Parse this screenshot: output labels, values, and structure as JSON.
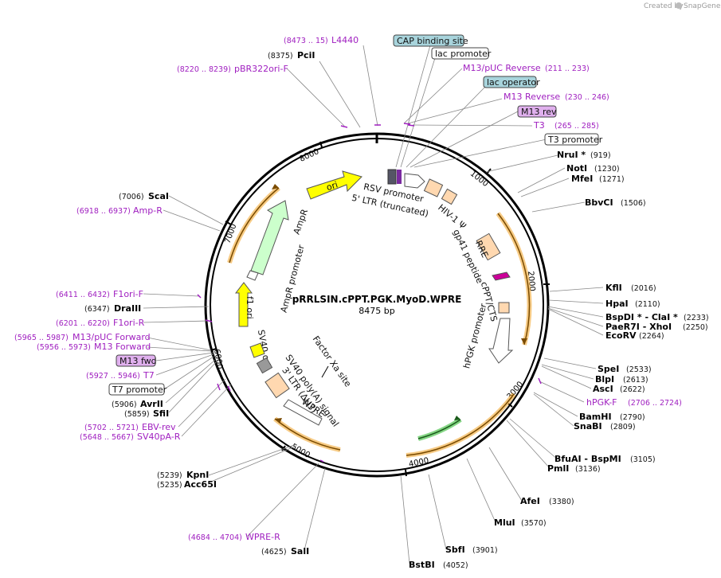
{
  "header": {
    "created_by": "Created by",
    "brand": "SnapGene"
  },
  "map": {
    "name": "pRRLSIN.cPPT.PGK.MyoD.WPRE",
    "length_label": "8475 bp"
  },
  "restriction_sites": [
    {
      "name": "PciI",
      "pos": "(8375)"
    },
    {
      "name": "NruI *",
      "pos": "(919)"
    },
    {
      "name": "NotI",
      "pos": "(1230)"
    },
    {
      "name": "MfeI",
      "pos": "(1271)"
    },
    {
      "name": "BbvCI",
      "pos": "(1506)"
    },
    {
      "name": "KflI",
      "pos": "(2016)"
    },
    {
      "name": "HpaI",
      "pos": "(2110)"
    },
    {
      "name": "BspDI * - ClaI *",
      "pos": "(2233)"
    },
    {
      "name": "PaeR7I - XhoI",
      "pos": "(2250)"
    },
    {
      "name": "EcoRV",
      "pos": "(2264)"
    },
    {
      "name": "SpeI",
      "pos": "(2533)"
    },
    {
      "name": "BlpI",
      "pos": "(2613)"
    },
    {
      "name": "AscI",
      "pos": "(2622)"
    },
    {
      "name": "BamHI",
      "pos": "(2790)"
    },
    {
      "name": "SnaBI",
      "pos": "(2809)"
    },
    {
      "name": "BfuAI - BspMI",
      "pos": "(3105)"
    },
    {
      "name": "PmlI",
      "pos": "(3136)"
    },
    {
      "name": "AfeI",
      "pos": "(3380)"
    },
    {
      "name": "MluI",
      "pos": "(3570)"
    },
    {
      "name": "SbfI",
      "pos": "(3901)"
    },
    {
      "name": "BstBI",
      "pos": "(4052)"
    },
    {
      "name": "SalI",
      "pos": "(4625)"
    },
    {
      "name": "KpnI",
      "pos": "(5239)"
    },
    {
      "name": "Acc65I",
      "pos": "(5235)"
    },
    {
      "name": "AvrII",
      "pos": "(5906)"
    },
    {
      "name": "SfiI",
      "pos": "(5859)"
    },
    {
      "name": "DraIII",
      "pos": "(6347)"
    },
    {
      "name": "ScaI",
      "pos": "(7006)"
    }
  ],
  "primers": [
    {
      "name": "L4440",
      "pos": "(8473 .. 15)"
    },
    {
      "name": "pBR322ori-F",
      "pos": "(8220 .. 8239)"
    },
    {
      "name": "M13/pUC Reverse",
      "pos": "(211 .. 233)"
    },
    {
      "name": "M13 Reverse",
      "pos": "(230 .. 246)"
    },
    {
      "name": "T3",
      "pos": "(265 .. 285)"
    },
    {
      "name": "hPGK-F",
      "pos": "(2706 .. 2724)"
    },
    {
      "name": "WPRE-R",
      "pos": "(4684 .. 4704)"
    },
    {
      "name": "SV40pA-R",
      "pos": "(5648 .. 5667)"
    },
    {
      "name": "EBV-rev",
      "pos": "(5702 .. 5721)"
    },
    {
      "name": "T7",
      "pos": "(5927 .. 5946)"
    },
    {
      "name": "M13 Forward",
      "pos": "(5956 .. 5973)"
    },
    {
      "name": "M13/pUC Forward",
      "pos": "(5965 .. 5987)"
    },
    {
      "name": "F1ori-R",
      "pos": "(6201 .. 6220)"
    },
    {
      "name": "F1ori-F",
      "pos": "(6411 .. 6432)"
    },
    {
      "name": "Amp-R",
      "pos": "(6918 .. 6937)"
    }
  ],
  "boxed_labels": [
    {
      "name": "CAP binding site",
      "color": "#a8d4dc"
    },
    {
      "name": "lac promoter",
      "color": "#ffffff"
    },
    {
      "name": "lac operator",
      "color": "#a8d4dc"
    },
    {
      "name": "M13 rev",
      "color": "#e0b0ee"
    },
    {
      "name": "T3 promoter",
      "color": "#ffffff"
    },
    {
      "name": "M13 fwd",
      "color": "#e0b0ee"
    },
    {
      "name": "T7 promoter",
      "color": "#ffffff"
    }
  ],
  "features": {
    "ori": "ori",
    "ampr": "AmpR",
    "ampr_promoter": "AmpR promoter",
    "f1_ori": "f1 ori",
    "sv40_ori": "SV40 ori",
    "sv40_polya": "SV40 poly(A) signal",
    "ltr3": "3' LTR (ΔU3)",
    "wpre": "WPRE",
    "factor_xa": "Factor Xa site",
    "rsv": "RSV promoter",
    "ltr5": "5' LTR (truncated)",
    "hiv_psi": "HIV-1 Ψ",
    "rre": "RRE",
    "gp41": "gp41 peptide",
    "cppt": "cPPT/CTS",
    "hpgk": "hPGK promoter"
  },
  "ticks": [
    "1000",
    "2000",
    "3000",
    "4000",
    "5000",
    "6000",
    "7000",
    "8000"
  ],
  "colors": {
    "primer": "#a020c0",
    "ori": "#ffff00",
    "ampr": "#ccffcc",
    "orf": "#f0a020",
    "myod": "#33bb33",
    "ltr": "#ffd8b0"
  }
}
